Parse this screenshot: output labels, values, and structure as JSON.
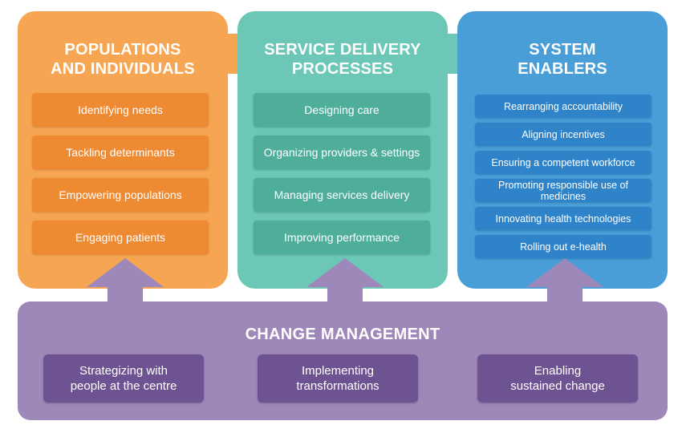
{
  "colors": {
    "populations": "#f6a552",
    "populations_item": "#ee8a32",
    "service": "#6cc7b6",
    "service_item": "#4fae9a",
    "enablers": "#4a9ed8",
    "enablers_item": "#2f84c9",
    "change": "#9e87b9",
    "change_item": "#6e5392"
  },
  "populations": {
    "title_lines": [
      "POPULATIONS",
      "AND INDIVIDUALS"
    ],
    "items": [
      "Identifying needs",
      "Tackling determinants",
      "Empowering populations",
      "Engaging patients"
    ]
  },
  "service_delivery": {
    "title_lines": [
      "SERVICE DELIVERY",
      "PROCESSES"
    ],
    "items": [
      "Designing care",
      "Organizing providers & settings",
      "Managing services delivery",
      "Improving performance"
    ]
  },
  "system_enablers": {
    "title_lines": [
      "SYSTEM",
      "ENABLERS"
    ],
    "items": [
      "Rearranging accountability",
      "Aligning incentives",
      "Ensuring a competent workforce",
      "Promoting responsible use of medicines",
      "Innovating health technologies",
      "Rolling out e-health"
    ]
  },
  "change_management": {
    "title": "CHANGE MANAGEMENT",
    "items": [
      [
        "Strategizing with",
        "people at the centre"
      ],
      [
        "Implementing",
        "transformations"
      ],
      [
        "Enabling",
        "sustained change"
      ]
    ]
  }
}
